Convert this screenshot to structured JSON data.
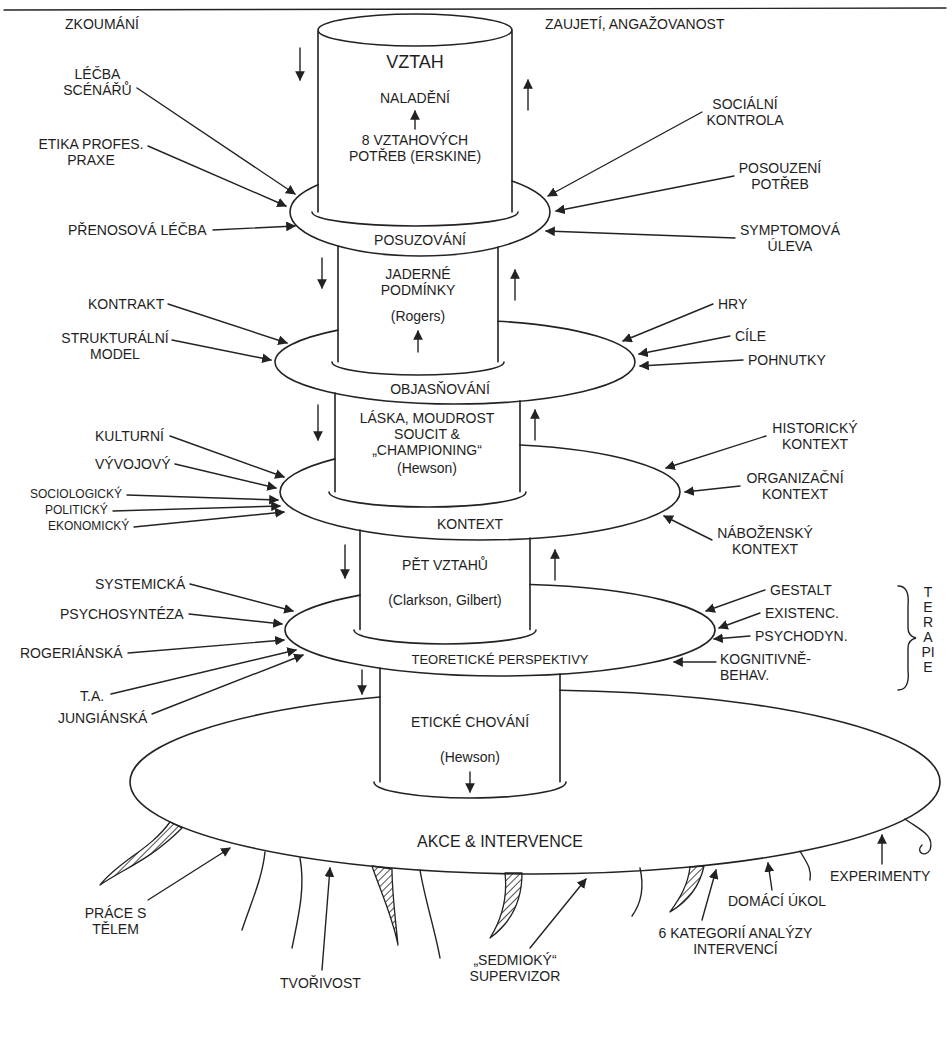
{
  "diagram": {
    "nodes": [
      {
        "text": [
          "VZTAH",
          "NALADĚNÍ",
          "8 VZTAHOVÝCH POTŘEB (ERSKINE)"
        ]
      },
      {
        "text": [
          "POSUZOVÁNÍ"
        ]
      },
      {
        "text": [
          "JADERNÉ PODMÍNKY",
          "(Rogers)"
        ]
      },
      {
        "text": [
          "OBJASŇOVÁNÍ"
        ]
      },
      {
        "text": [
          "LÁSKA, MOUDROST SOUCIT & „CHAMPIONING“",
          "(Hewson)"
        ]
      },
      {
        "text": [
          "KONTEXT"
        ]
      },
      {
        "text": [
          "PĚT VZTAHŮ",
          "(Clarkson, Gilbert)"
        ]
      },
      {
        "text": [
          "TEORETICKÉ PERSPEKTIVY"
        ]
      },
      {
        "text": [
          "ETICKÉ CHOVÁNÍ",
          "(Hewson)"
        ]
      },
      {
        "text": [
          "AKCE & INTERVENCE"
        ]
      }
    ],
    "labels": [
      "ZKOUMÁNÍ",
      "ZAUJETÍ, ANGAŽOVANOST",
      "LÉČBA SCÉNÁŘŮ",
      "SOCIÁLNÍ KONTROLA",
      "ETIKA PROFES. PRAXE",
      "POSOUZENÍ POTŘEB",
      "PŘENOSOVÁ LÉČBA",
      "SYMPTOMOVÁ ÚLEVA",
      "KONTRAKT",
      "HRY",
      "STRUKTURÁLNÍ MODEL",
      "CÍLE",
      "POHNUTKY",
      "KULTURNÍ",
      "HISTORICKÝ KONTEXT",
      "VÝVOJOVÝ",
      "ORGANIZAČNÍ KONTEXT",
      "SOCIOLOGICKÝ",
      "POLITICKÝ",
      "EKONOMICKÝ",
      "NÁBOŽENSKÝ KONTEXT",
      "SYSTEMICKÁ",
      "GESTALT",
      "PSYCHOSYNTÉZA",
      "EXISTENC.",
      "PSYCHODYN.",
      "ROGERIÁNSKÁ",
      "KOGNITIVNĚ-BEHAV.",
      "TERAPIE",
      "T.A.",
      "JUNGIÁNSKÁ",
      "EXPERIMENTY",
      "DOMÁCÍ ÚKOL",
      "PRÁCE S TĚLEM",
      "6 KATEGORIÍ ANALÝZY INTERVENCÍ",
      "TVOŘIVOST",
      "„SEDMIOKÝ“ SUPERVIZOR"
    ]
  }
}
